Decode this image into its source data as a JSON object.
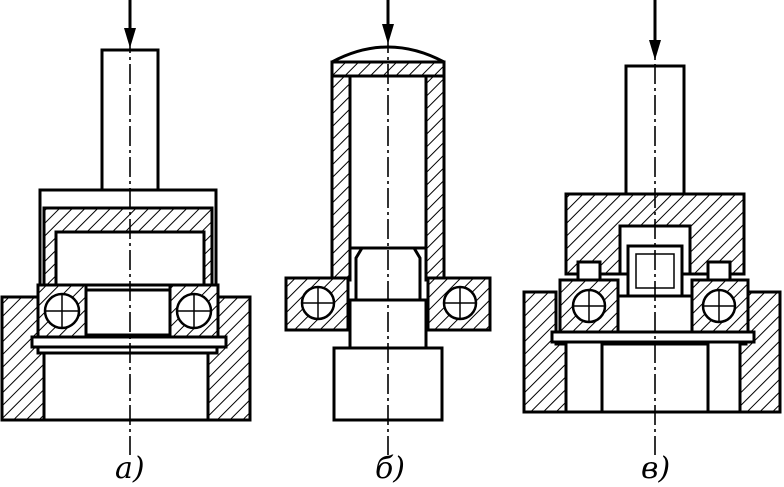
{
  "figures": [
    {
      "id": "a",
      "caption": "а)"
    },
    {
      "id": "b",
      "caption": "б)"
    },
    {
      "id": "v",
      "caption": "в)"
    }
  ]
}
